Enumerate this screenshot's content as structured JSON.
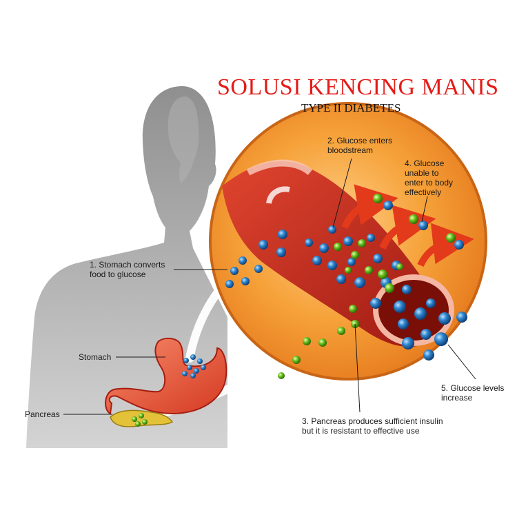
{
  "title": "SOLUSI KENCING MANIS",
  "subtitle": "TYPE II DIABETES",
  "labels": {
    "step1": "1. Stomach converts\nfood to glucose",
    "step2": "2. Glucose enters\nbloodstream",
    "step3": "3. Pancreas produces sufficient insulin\nbut it is resistant to effective use",
    "step4": "4. Glucose\nunable to\nenter to body\neffectively",
    "step5": "5. Glucose levels\nincrease",
    "stomach": "Stomach",
    "pancreas": "Pancreas"
  },
  "colors": {
    "title": "#e41b17",
    "silhouette": "#9a9a9a",
    "circle_orange": "#f08a1e",
    "vessel_red": "#c8281e",
    "glucose_blue": "#2a7fc6",
    "insulin_green": "#6cc21f",
    "arrow_red": "#e33a1b"
  }
}
